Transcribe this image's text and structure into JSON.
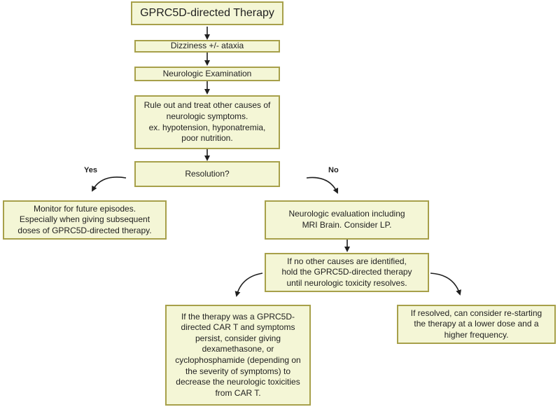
{
  "nodes": {
    "therapy": "GPRC5D-directed Therapy",
    "dizziness": "Dizziness +/- ataxia",
    "neuro_exam": "Neurologic Examination",
    "rule_out": "Rule out and treat other causes of\nneurologic symptoms.\nex. hypotension, hyponatremia,\npoor nutrition.",
    "resolution": "Resolution?",
    "monitor": "Monitor for future episodes.\nEspecially when giving subsequent\ndoses of GPRC5D-directed therapy.",
    "neuro_eval": "Neurologic evaluation including\nMRI Brain. Consider LP.",
    "hold": "If no other causes are identified,\nhold the GPRC5D-directed therapy\nuntil neurologic toxicity resolves.",
    "car_t": "If the therapy was a GPRC5D-\ndirected CAR T and symptoms\npersist, consider giving\ndexamethasone, or\ncyclophosphamide (depending on\nthe severity of symptoms) to\ndecrease the neurologic toxicities\nfrom CAR T.",
    "restart": "If resolved, can consider re-starting\nthe therapy at a lower dose and a\nhigher frequency."
  },
  "labels": {
    "yes": "Yes",
    "no": "No"
  },
  "colors": {
    "box_fill": "#f4f6d6",
    "box_border": "#a7a04a",
    "arrow": "#1f1f1f"
  }
}
